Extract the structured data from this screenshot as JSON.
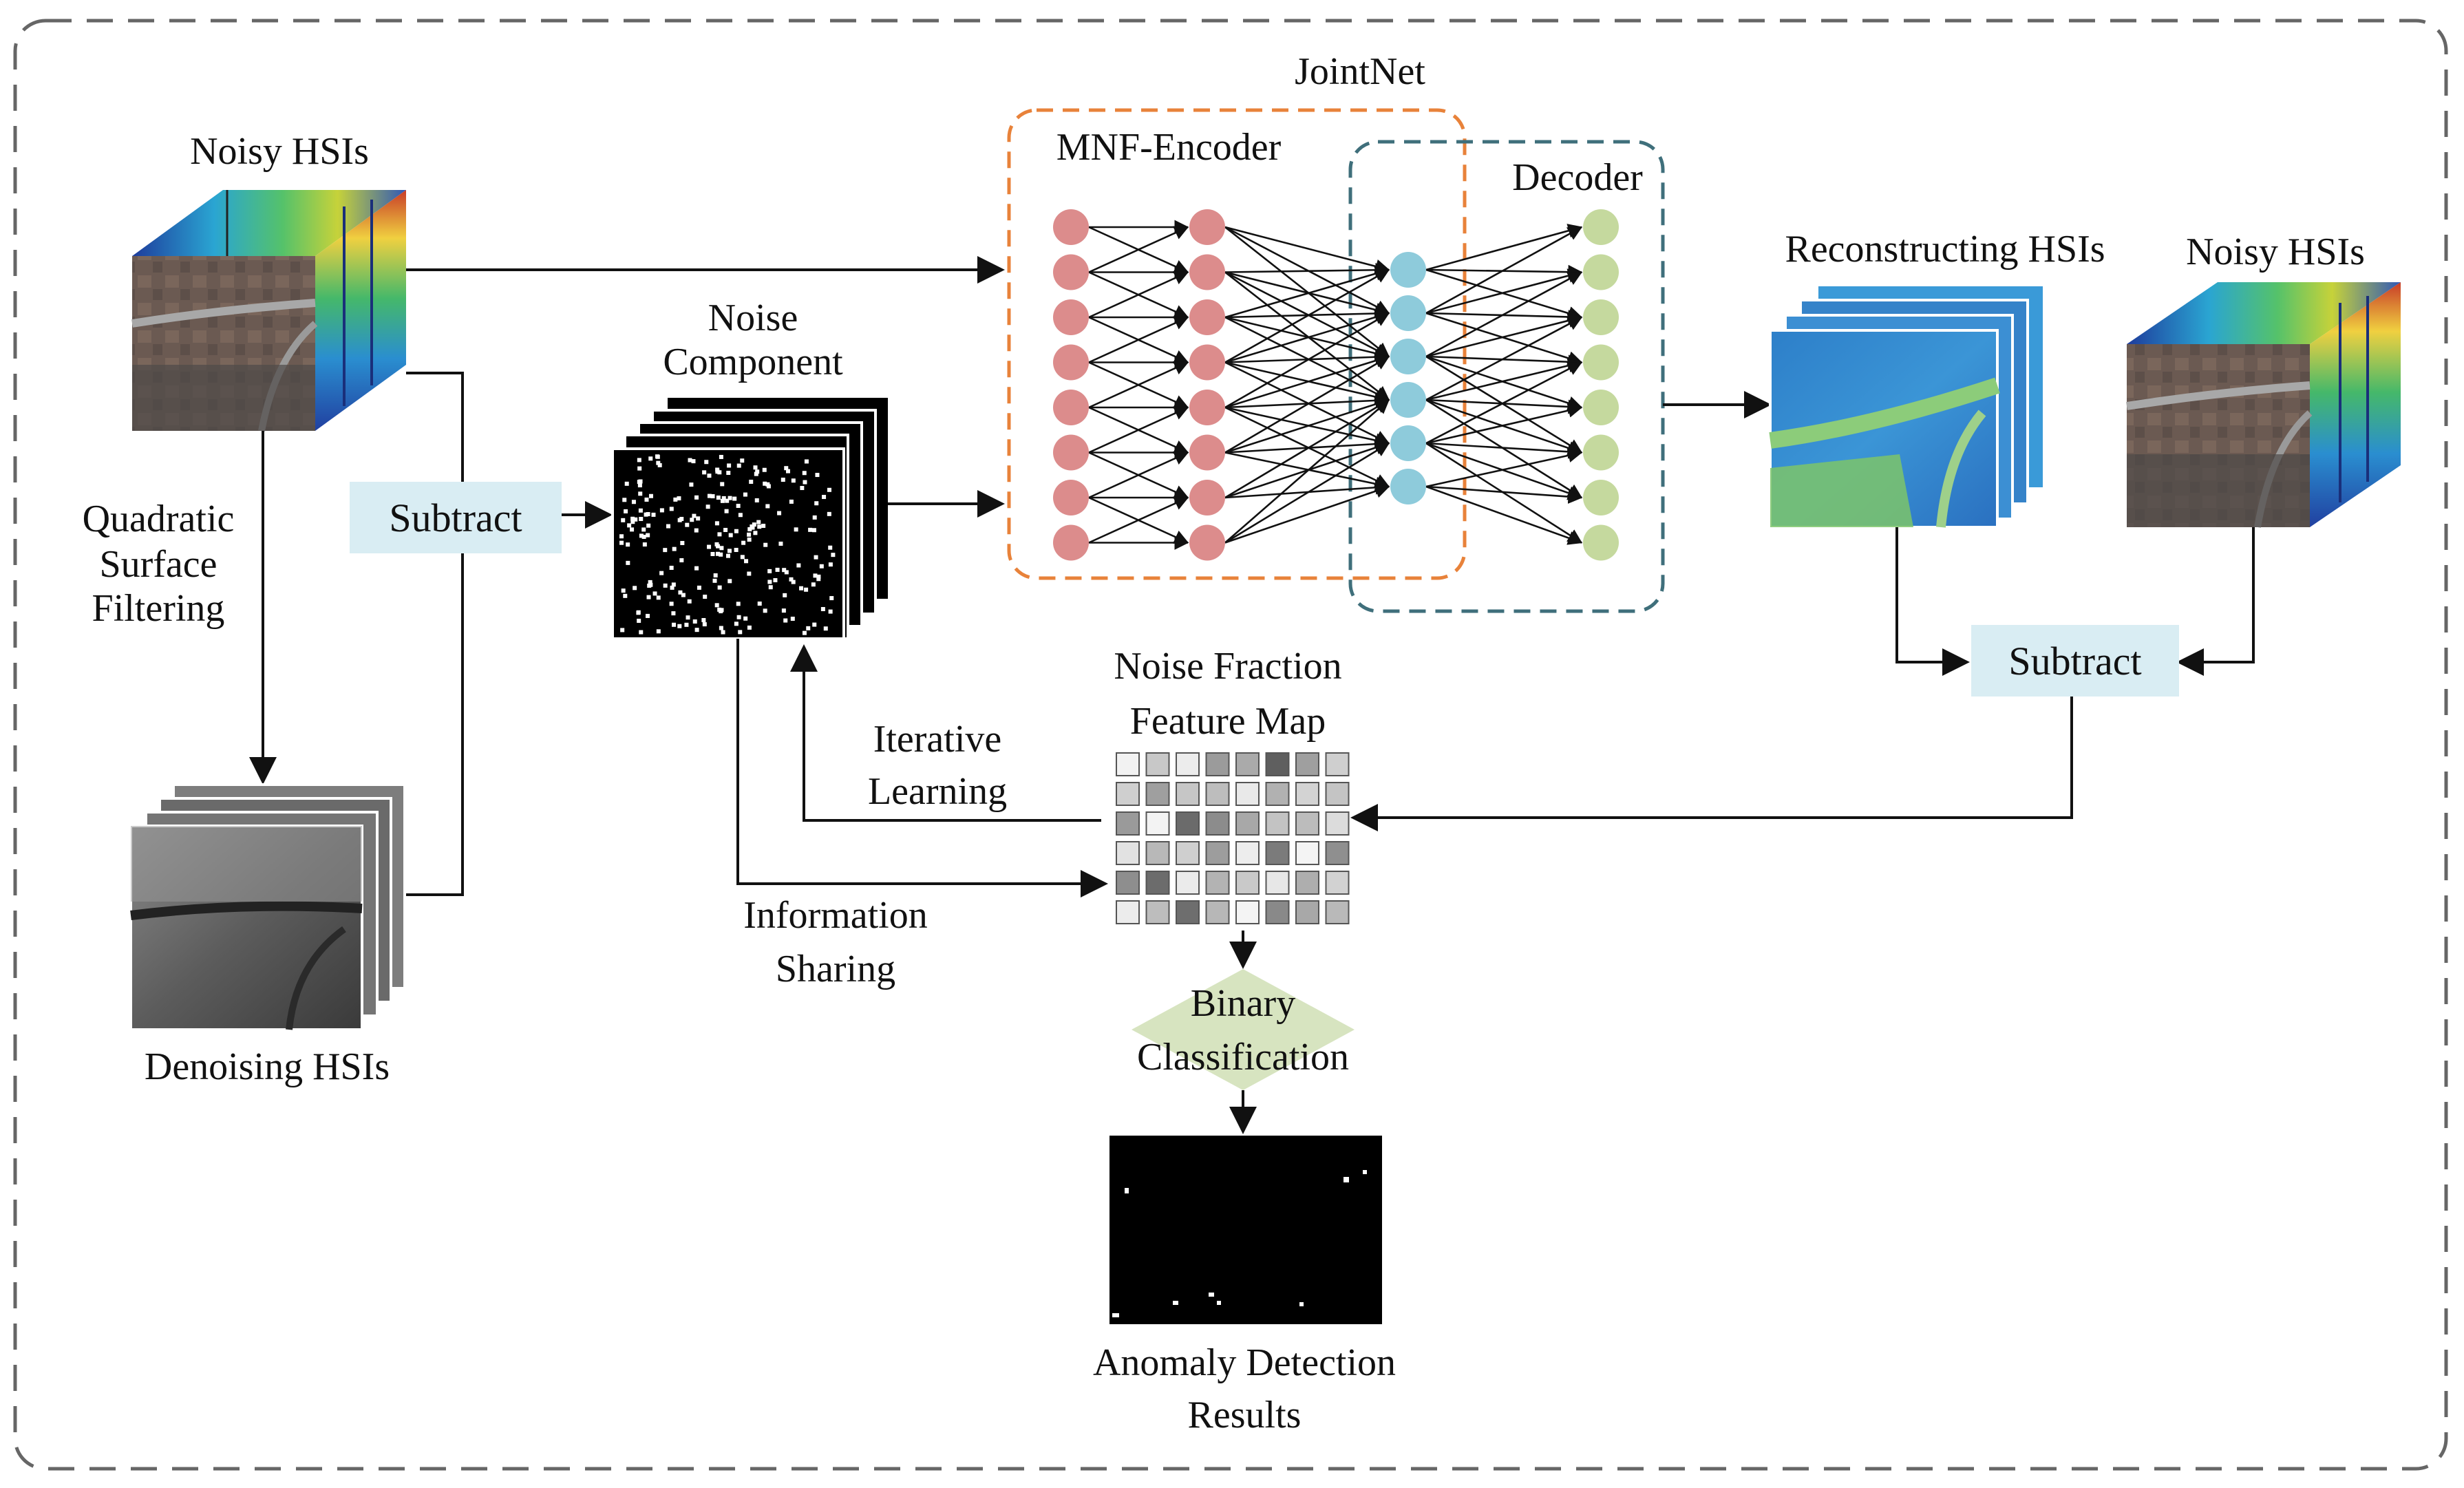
{
  "labels": {
    "noisy_hsis_left": "Noisy HSIs",
    "quadratic_line1": "Quadratic",
    "quadratic_line2": "Surface",
    "quadratic_line3": "Filtering",
    "subtract_left": "Subtract",
    "denoising_hsis": "Denoising HSIs",
    "noise_line1": "Noise",
    "noise_line2": "Component",
    "jointnet": "JointNet",
    "mnf_encoder": "MNF-Encoder",
    "decoder": "Decoder",
    "reconstructing_hsis": "Reconstructing HSIs",
    "noisy_hsis_right": "Noisy HSIs",
    "subtract_right": "Subtract",
    "nf_line1": "Noise Fraction",
    "nf_line2": "Feature Map",
    "iterative_line1": "Iterative",
    "iterative_line2": "Learning",
    "info_line1": "Information",
    "info_line2": "Sharing",
    "binary_line1": "Binary",
    "binary_line2": "Classification",
    "anomaly_line1": "Anomaly Detection",
    "anomaly_line2": "Results"
  },
  "colors": {
    "encoder_node": "#dc8c8c",
    "hidden_node": "#8ecbdb",
    "decoder_node": "#c5d99e",
    "encoder_box": "#e8823a",
    "decoder_box": "#3f6f7b",
    "subtract_fill": "#d9edf3",
    "diamond_fill": "#d7e4c0"
  },
  "network": {
    "input_nodes": 8,
    "encoder_hidden_nodes": 8,
    "bottleneck_nodes": 6,
    "output_nodes": 8
  },
  "feature_map": {
    "rows": 6,
    "cols": 8,
    "shades": [
      [
        "#f2f2f2",
        "#c8c8c8",
        "#ececec",
        "#9b9b9b",
        "#aaaaaa",
        "#5f5f5f",
        "#9f9f9f",
        "#cfcfcf"
      ],
      [
        "#cfcfcf",
        "#9f9f9f",
        "#c6c6c6",
        "#bdbdbd",
        "#e9e9e9",
        "#b1b1b1",
        "#d3d3d3",
        "#c4c4c4"
      ],
      [
        "#9a9a9a",
        "#f3f3f3",
        "#6b6b6b",
        "#8c8c8c",
        "#a8a8a8",
        "#c3c3c3",
        "#bcbcbc",
        "#dcdcdc"
      ],
      [
        "#e2e2e2",
        "#b8b8b8",
        "#cfcfcf",
        "#9d9d9d",
        "#ededed",
        "#7b7b7b",
        "#f4f4f4",
        "#8f8f8f"
      ],
      [
        "#8e8e8e",
        "#6c6c6c",
        "#ebebeb",
        "#b3b3b3",
        "#c9c9c9",
        "#e7e7e7",
        "#aeaeae",
        "#d2d2d2"
      ],
      [
        "#ececec",
        "#bdbdbd",
        "#6e6e6e",
        "#b7b7b7",
        "#f4f4f4",
        "#898989",
        "#a8a8a8",
        "#b9b9b9"
      ]
    ]
  }
}
